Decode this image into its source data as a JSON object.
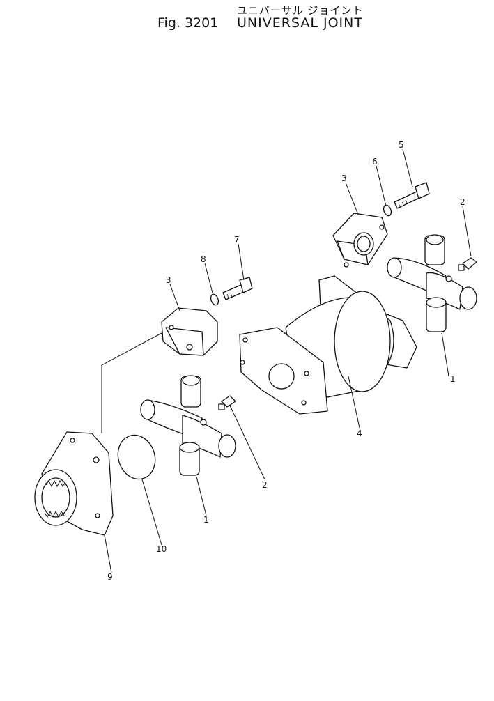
{
  "header": {
    "title_jp": "ユニバーサル ジョイント",
    "figure": "Fig. 3201",
    "title_en": "UNIVERSAL JOINT"
  },
  "callouts": {
    "c5": "5",
    "c6": "6",
    "c3_top": "3",
    "c2_right": "2",
    "c7": "7",
    "c8": "8",
    "c3_left": "3",
    "c1_right": "1",
    "c4": "4",
    "c2_left": "2",
    "c1_left": "1",
    "c10": "10",
    "c9": "9"
  }
}
